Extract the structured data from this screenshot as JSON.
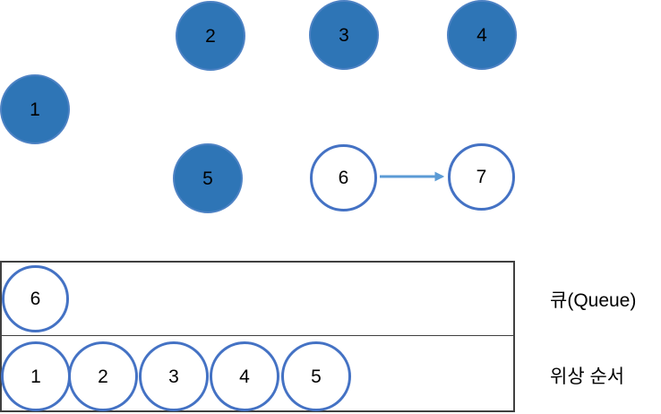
{
  "graph": {
    "nodes": [
      {
        "label": "1",
        "state": "filled"
      },
      {
        "label": "2",
        "state": "filled"
      },
      {
        "label": "3",
        "state": "filled"
      },
      {
        "label": "4",
        "state": "filled"
      },
      {
        "label": "5",
        "state": "filled"
      },
      {
        "label": "6",
        "state": "outline"
      },
      {
        "label": "7",
        "state": "outline"
      }
    ],
    "edges": [
      {
        "from": "6",
        "to": "7"
      }
    ]
  },
  "panel": {
    "rows": [
      {
        "label": "큐(Queue)",
        "items": [
          "6"
        ]
      },
      {
        "label": "위상 순서",
        "items": [
          "1",
          "2",
          "3",
          "4",
          "5"
        ]
      }
    ]
  },
  "colors": {
    "node_fill": "#2e75b6",
    "node_fill_border": "#4d82c4",
    "node_outline_border": "#4472c4",
    "arrow": "#5b9bd5",
    "table_border": "#404040",
    "text": "#000000"
  }
}
